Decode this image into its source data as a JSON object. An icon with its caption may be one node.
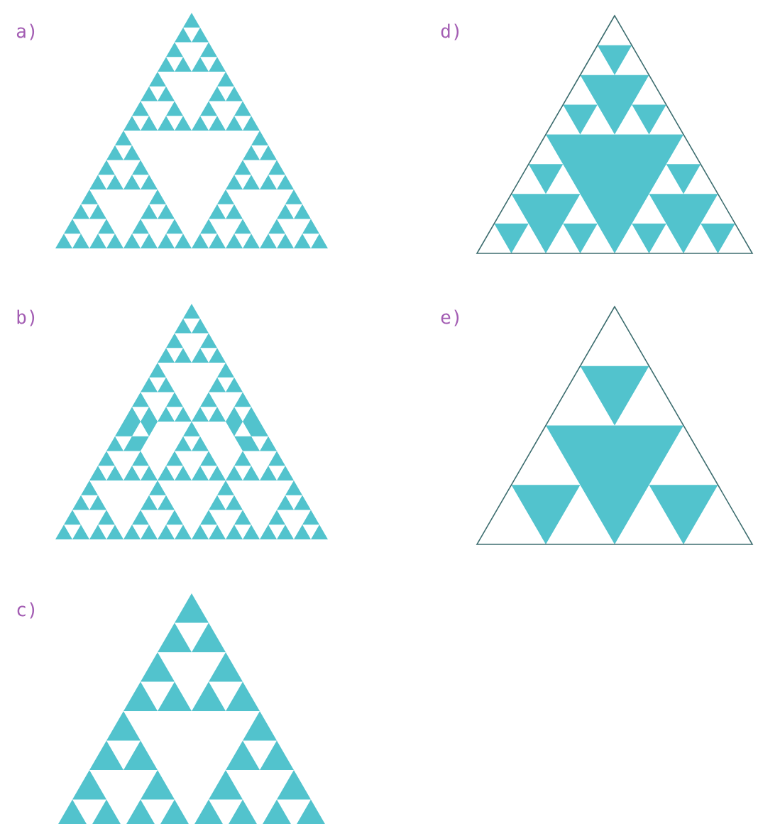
{
  "diagram": {
    "labels": [
      "a)",
      "d)",
      "b)",
      "e)",
      "c)"
    ]
  }
}
